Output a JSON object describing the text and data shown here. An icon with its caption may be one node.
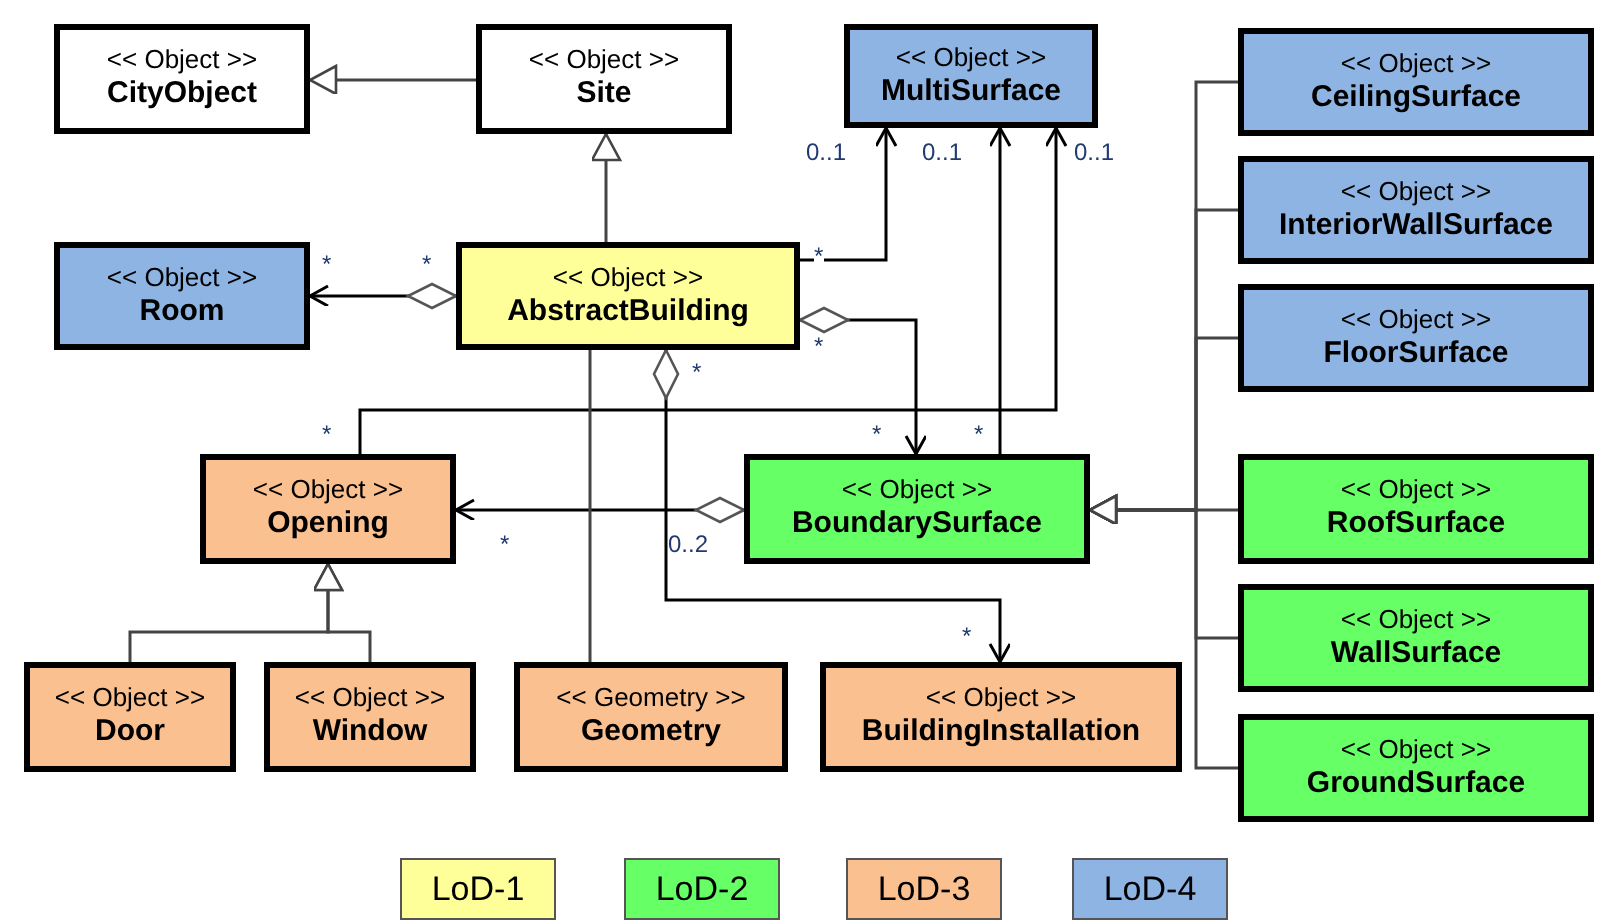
{
  "diagram": {
    "nodes": [
      {
        "text": [
          "<< Object >>",
          "CityObject"
        ]
      },
      {
        "text": [
          "<< Object >>",
          "Site"
        ]
      },
      {
        "text": [
          "<< Object >>",
          "MultiSurface"
        ]
      },
      {
        "text": [
          "<< Object >>",
          "CeilingSurface"
        ]
      },
      {
        "text": [
          "<< Object >>",
          "InteriorWallSurface"
        ]
      },
      {
        "text": [
          "<< Object >>",
          "FloorSurface"
        ]
      },
      {
        "text": [
          "<< Object >>",
          "Room"
        ]
      },
      {
        "text": [
          "<< Object >>",
          "AbstractBuilding"
        ]
      },
      {
        "text": [
          "<< Object >>",
          "Opening"
        ]
      },
      {
        "text": [
          "<< Object >>",
          "BoundarySurface"
        ]
      },
      {
        "text": [
          "<< Object >>",
          "RoofSurface"
        ]
      },
      {
        "text": [
          "<< Object >>",
          "WallSurface"
        ]
      },
      {
        "text": [
          "<< Object >>",
          "GroundSurface"
        ]
      },
      {
        "text": [
          "<< Object >>",
          "Door"
        ]
      },
      {
        "text": [
          "<< Object >>",
          "Window"
        ]
      },
      {
        "text": [
          "<< Geometry >>",
          "Geometry"
        ]
      },
      {
        "text": [
          "<< Object >>",
          "BuildingInstallation"
        ]
      }
    ],
    "edges": [
      {
        "from": 1,
        "to": 0,
        "arrow": "to"
      },
      {
        "from": 7,
        "to": 1,
        "arrow": "to"
      },
      {
        "from": 7,
        "to": 6,
        "arrow": "to"
      },
      {
        "from": 7,
        "to": 2,
        "arrow": "to"
      },
      {
        "from": 7,
        "to": 9,
        "arrow": "to"
      },
      {
        "from": 9,
        "to": 2,
        "arrow": "to"
      },
      {
        "from": 8,
        "to": 2,
        "arrow": "to"
      },
      {
        "from": 9,
        "to": 8,
        "arrow": "to"
      },
      {
        "from": 7,
        "to": 16,
        "arrow": "to"
      },
      {
        "from": 7,
        "to": 15,
        "arrow": "none"
      },
      {
        "from": 13,
        "to": 8,
        "arrow": "to"
      },
      {
        "from": 14,
        "to": 8,
        "arrow": "to"
      },
      {
        "from": 3,
        "to": 9,
        "arrow": "to"
      },
      {
        "from": 4,
        "to": 9,
        "arrow": "to"
      },
      {
        "from": 5,
        "to": 9,
        "arrow": "to"
      },
      {
        "from": 10,
        "to": 9,
        "arrow": "to"
      },
      {
        "from": 11,
        "to": 9,
        "arrow": "to"
      },
      {
        "from": 12,
        "to": 9,
        "arrow": "to"
      }
    ],
    "labels": [
      "0..1",
      "0..1",
      "0..1",
      "*",
      "*",
      "*",
      "*",
      "*",
      "*",
      "*",
      "*",
      "*",
      "0..2",
      "*"
    ],
    "legend": [
      {
        "text": "LoD-1",
        "color": "#ffff99"
      },
      {
        "text": "LoD-2",
        "color": "#66ff66"
      },
      {
        "text": "LoD-3",
        "color": "#fac090"
      },
      {
        "text": "LoD-4",
        "color": "#8eb4e3"
      }
    ]
  }
}
